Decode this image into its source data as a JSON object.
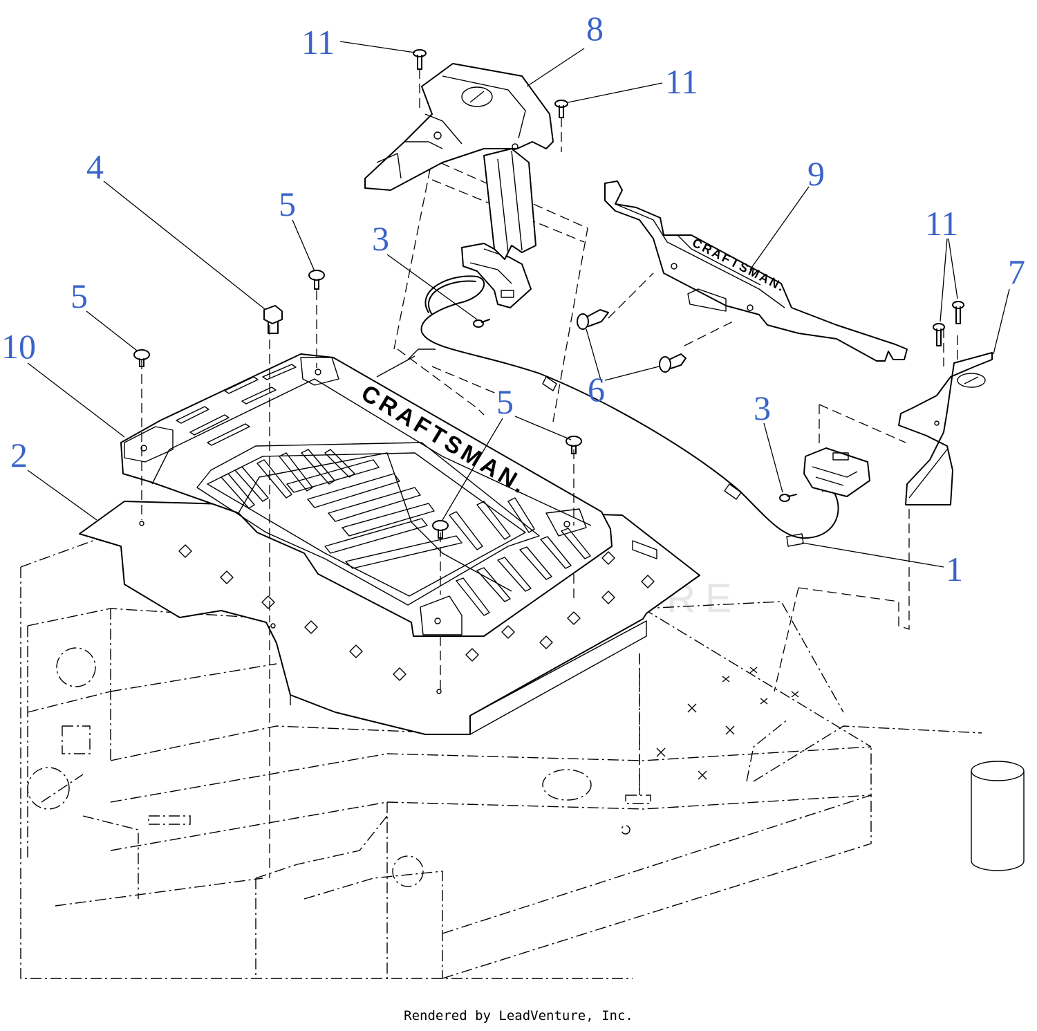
{
  "callouts": [
    {
      "id": "c-11-a",
      "label": "11"
    },
    {
      "id": "c-8",
      "label": "8"
    },
    {
      "id": "c-11-b",
      "label": "11"
    },
    {
      "id": "c-4",
      "label": "4"
    },
    {
      "id": "c-5-a",
      "label": "5"
    },
    {
      "id": "c-3-a",
      "label": "3"
    },
    {
      "id": "c-9",
      "label": "9"
    },
    {
      "id": "c-11-c",
      "label": "11"
    },
    {
      "id": "c-7",
      "label": "7"
    },
    {
      "id": "c-5-b",
      "label": "5"
    },
    {
      "id": "c-10",
      "label": "10"
    },
    {
      "id": "c-6",
      "label": "6"
    },
    {
      "id": "c-5-c",
      "label": "5"
    },
    {
      "id": "c-3-b",
      "label": "3"
    },
    {
      "id": "c-2",
      "label": "2"
    },
    {
      "id": "c-1",
      "label": "1"
    }
  ],
  "brand_text": "CRAFTSMAN.",
  "watermark_text": "LEADVENTURE",
  "footer": "Rendered by LeadVenture, Inc.",
  "colors": {
    "callout": "#3a63c9",
    "line": "#000000"
  }
}
